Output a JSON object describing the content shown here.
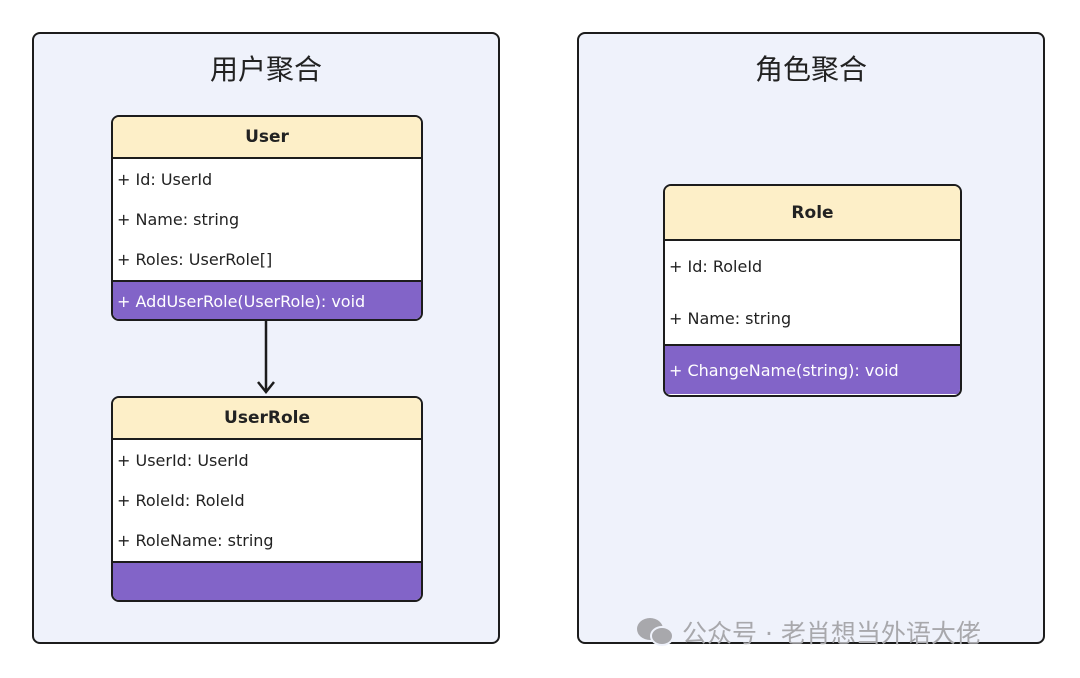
{
  "aggregates": [
    {
      "title": "用户聚合"
    },
    {
      "title": "角色聚合"
    }
  ],
  "classes": {
    "user": {
      "name": "User",
      "attributes": [
        "+ Id: UserId",
        "+ Name: string",
        "+ Roles: UserRole[]"
      ],
      "methods": [
        "+ AddUserRole(UserRole): void"
      ]
    },
    "userrole": {
      "name": "UserRole",
      "attributes": [
        "+ UserId: UserId",
        "+ RoleId: RoleId",
        "+ RoleName: string"
      ],
      "methods": []
    },
    "role": {
      "name": "Role",
      "attributes": [
        "+ Id: RoleId",
        "+ Name: string"
      ],
      "methods": [
        "+ ChangeName(string): void"
      ]
    }
  },
  "relations": [
    {
      "from": "User",
      "to": "UserRole",
      "type": "association-arrow"
    }
  ],
  "watermark": {
    "icon": "wechat-icon",
    "text": "公众号 · 老肖想当外语大佬"
  },
  "colors": {
    "header": "#fdefc8",
    "methods": "#8264c8",
    "container": "#eff2fb"
  }
}
